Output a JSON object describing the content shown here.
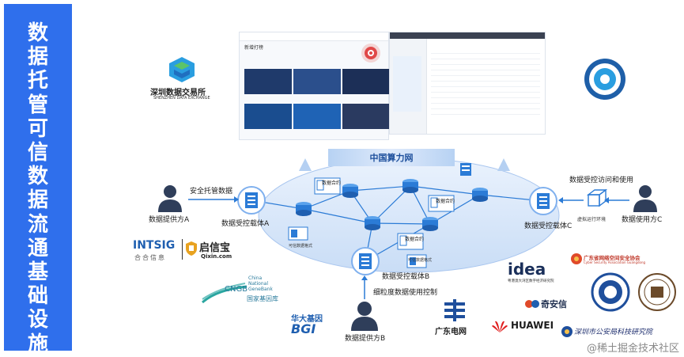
{
  "sidebar": {
    "title": [
      "数",
      "据",
      "托",
      "管",
      "可",
      "信",
      "数",
      "据",
      "流",
      "通",
      "基",
      "础",
      "设",
      "施"
    ],
    "color": "#2f6fec"
  },
  "logos": {
    "szdex": {
      "line1": "深圳数据交易所",
      "line2": "SHENZHEN DATA EXCHANGE"
    },
    "intsig": {
      "name": "INTSIG",
      "sub": "合合信息",
      "qixin": "启信宝",
      "qixin_url": "Qixin.com"
    },
    "cngb": {
      "abbr": "CNGB",
      "line1": "China",
      "line2": "National",
      "line3": "GeneBank",
      "cn": "国家基因库"
    },
    "bgi": {
      "cn": "华大基因",
      "en": "BGI"
    },
    "gdgrid": {
      "name": "广东电网"
    },
    "idea": {
      "name": "idea",
      "sub": "粤港澳大湾区数字经济研究院"
    },
    "gdcsa": {
      "name": "广东省网络空间安全协会",
      "sub": "Cyber Security Association Guangdong"
    },
    "qianxin": {
      "name": "奇安信"
    },
    "huawei": {
      "name": "HUAWEI"
    },
    "szss": {
      "name": "深圳市公安局科技研究院"
    }
  },
  "diagram": {
    "banner": "中国算力网",
    "provider_a": "数据提供方A",
    "provider_b": "数据提供方B",
    "user_c": "数据使用方C",
    "carrier_a": "数据受控载体A",
    "carrier_b": "数据受控载体B",
    "carrier_c": "数据受控载体C",
    "secure_custody": "安全托管数据",
    "controlled_access": "数据受控访问和使用",
    "fine_control": "细粒度数据使用控制",
    "data_contract_1": "数据合约",
    "data_contract_2": "数据合约",
    "data_contract_3": "数据合约",
    "virtual_env": "虚拟运行环境",
    "trusted_fmt_1": "可信数据格式",
    "trusted_fmt_2": "可信数据格式"
  },
  "screenshot_left": {
    "title": "新增打榜"
  },
  "watermark": "@稀土掘金技术社区",
  "colors": {
    "accent": "#2f6fec",
    "node": "#2b7bd6",
    "ellipse": "#dbe8fa"
  }
}
